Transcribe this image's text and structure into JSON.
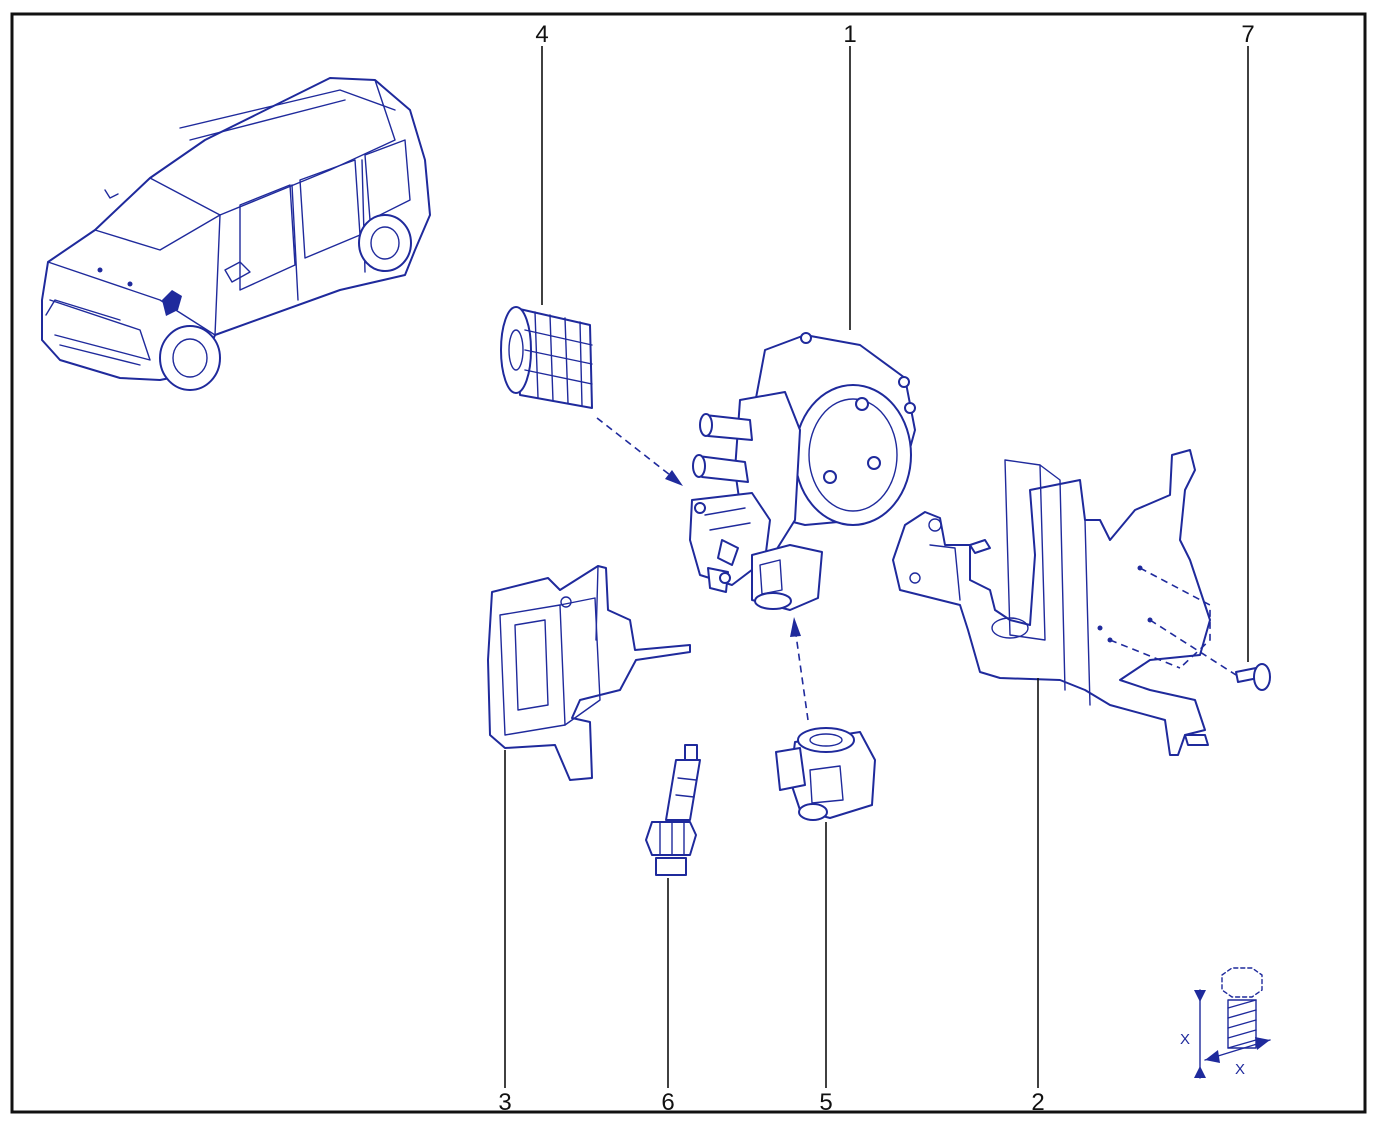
{
  "callouts": [
    {
      "id": "callout-1",
      "text": "1"
    },
    {
      "id": "callout-2",
      "text": "2"
    },
    {
      "id": "callout-3",
      "text": "3"
    },
    {
      "id": "callout-4",
      "text": "4"
    },
    {
      "id": "callout-5",
      "text": "5"
    },
    {
      "id": "callout-6",
      "text": "6"
    },
    {
      "id": "callout-7",
      "text": "7"
    }
  ],
  "torque_symbol": {
    "label_height": "X",
    "label_width": "X"
  },
  "colors": {
    "line_art": "#1f2a9c",
    "frame": "#111111",
    "background": "#ffffff"
  },
  "icons": [
    "vehicle-illustration",
    "regulator-icon",
    "filter-icon",
    "bracket-icon",
    "solenoid-icon",
    "sensor-icon",
    "screw-icon",
    "torque-bolt-icon"
  ]
}
